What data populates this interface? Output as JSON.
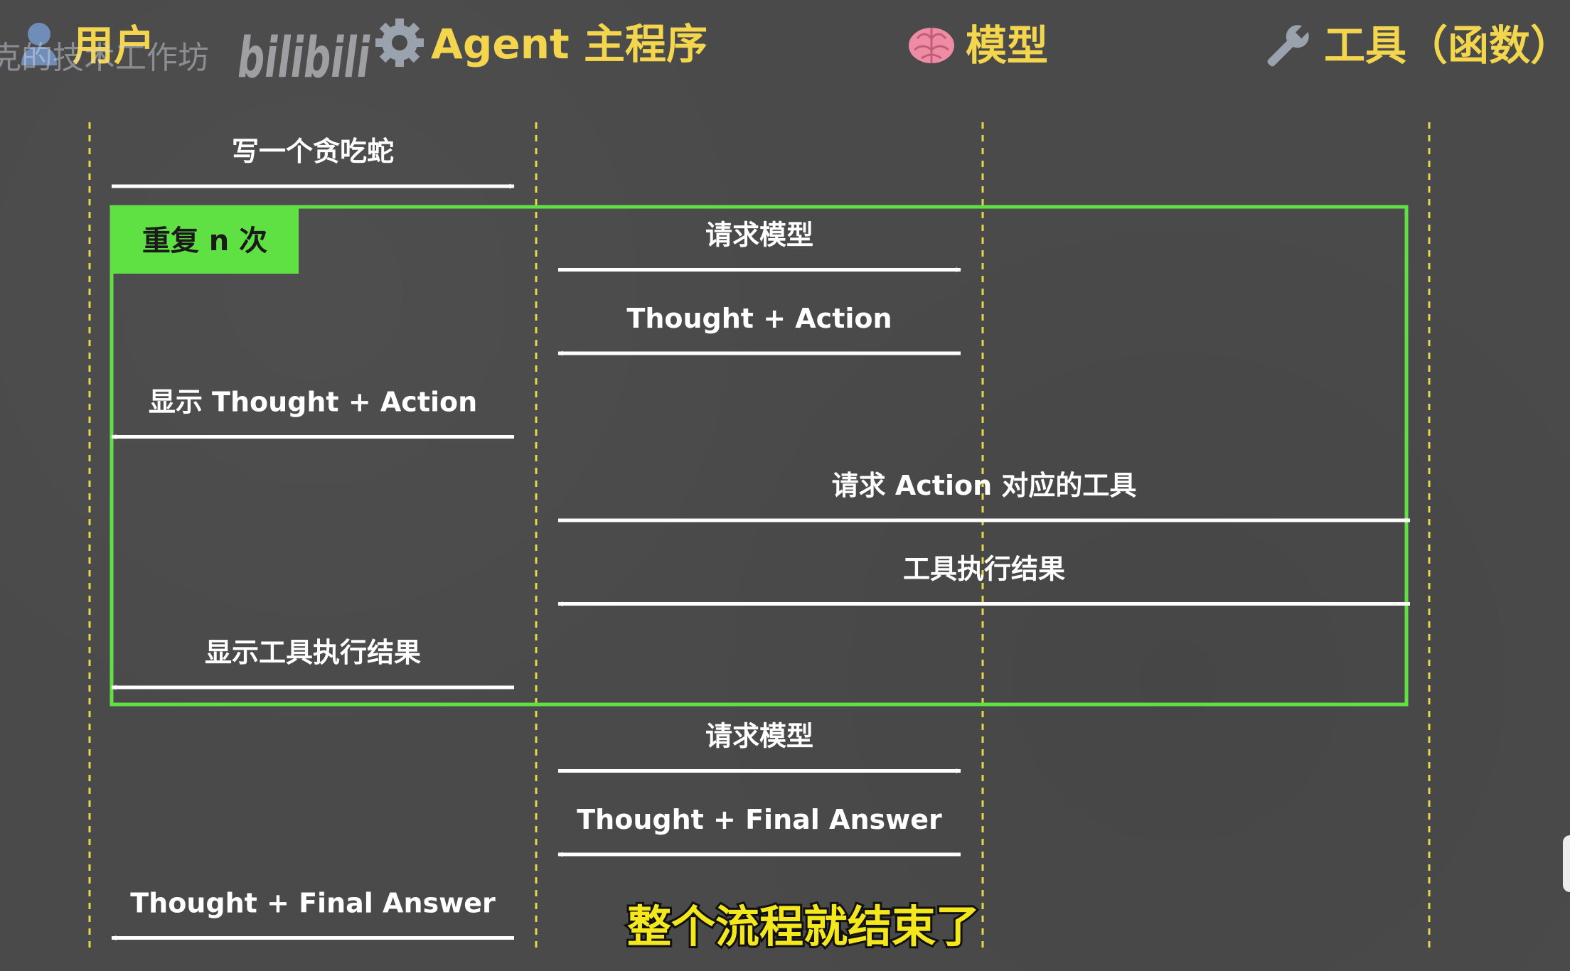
{
  "diagram": {
    "participants": [
      {
        "id": "user",
        "label": "用户",
        "icon": "person-icon"
      },
      {
        "id": "agent",
        "label": "Agent 主程序",
        "icon": "gear-icon"
      },
      {
        "id": "model",
        "label": "模型",
        "icon": "brain-icon"
      },
      {
        "id": "tool",
        "label": "工具（函数）",
        "icon": "wrench-icon"
      }
    ],
    "messages": [
      {
        "from": "user",
        "to": "agent",
        "label": "写一个贪吃蛇"
      },
      {
        "from": "agent",
        "to": "model",
        "label": "请求模型"
      },
      {
        "from": "model",
        "to": "agent",
        "label": "Thought + Action"
      },
      {
        "from": "agent",
        "to": "user",
        "label": "显示 Thought + Action"
      },
      {
        "from": "agent",
        "to": "tool",
        "label": "请求 Action 对应的工具"
      },
      {
        "from": "tool",
        "to": "agent",
        "label": "工具执行结果"
      },
      {
        "from": "agent",
        "to": "user",
        "label": "显示工具执行结果"
      },
      {
        "from": "agent",
        "to": "model",
        "label": "请求模型"
      },
      {
        "from": "model",
        "to": "agent",
        "label": "Thought + Final Answer"
      },
      {
        "from": "agent",
        "to": "user",
        "label": "Thought + Final Answer"
      }
    ],
    "loop": {
      "label": "重复 n 次",
      "first_message": 1,
      "last_message": 6
    },
    "colors": {
      "background": "#4a4a4a",
      "header_text": "#f3d54e",
      "lifeline": "#e8d64a",
      "arrow": "#ffffff",
      "loop_border": "#5fe043",
      "loop_label_bg": "#5fe043",
      "subtitle": "#f4e81d"
    }
  },
  "overlay": {
    "watermark": "克的技术工作坊",
    "logo": "bilibili",
    "subtitle": "整个流程就结束了"
  }
}
